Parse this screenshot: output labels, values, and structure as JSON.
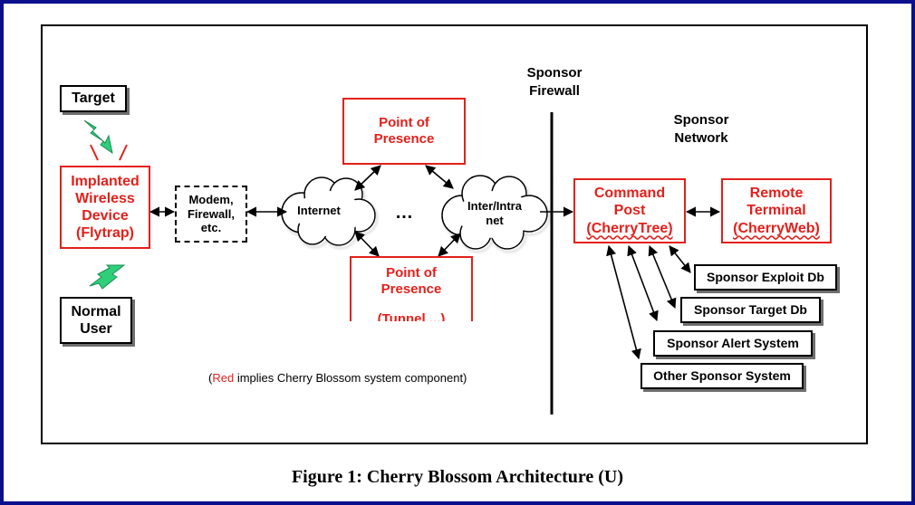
{
  "caption": "Figure 1: Cherry Blossom Architecture (U)",
  "note": {
    "open": "(",
    "red_word": "Red",
    "rest": " implies Cherry Blossom system component)"
  },
  "nodes": {
    "target": "Target",
    "normal_user": "Normal\nUser",
    "implanted_device": "Implanted\nWireless\nDevice\n(Flytrap)",
    "modem": "Modem,\nFirewall,\netc.",
    "internet": "Internet",
    "ellipsis": "…",
    "intranet": "Inter/Intra\nnet",
    "pop_top": "Point of\nPresence",
    "pop_bottom": "Point of\nPresence",
    "pop_bottom_cut": "(Tunnel ...)",
    "command_post": {
      "line1": "Command",
      "line2": "Post",
      "line3": "(CherryTree)"
    },
    "remote_terminal": {
      "line1": "Remote",
      "line2": "Terminal",
      "line3": "(CherryWeb)"
    },
    "exploit_db": "Sponsor Exploit Db",
    "target_db": "Sponsor Target Db",
    "alert_system": "Sponsor Alert System",
    "other_system": "Other Sponsor System"
  },
  "labels": {
    "sponsor_firewall": "Sponsor\nFirewall",
    "sponsor_network": "Sponsor\nNetwork"
  },
  "colors": {
    "frame": "#0b0f8c",
    "component_red": "#e3201b",
    "wireless_green": "#2fcf7a"
  }
}
